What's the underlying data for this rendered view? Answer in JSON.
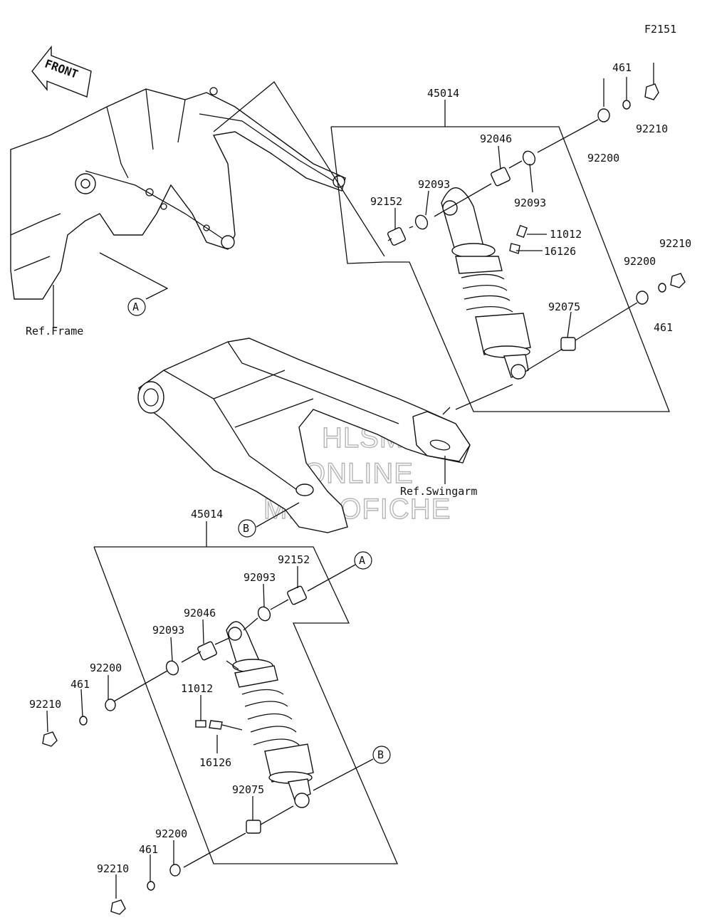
{
  "figure_code": "F2151",
  "front_label": "FRONT",
  "ref_frame": "Ref.Frame",
  "ref_swingarm": "Ref.Swingarm",
  "watermark": [
    "HLSM",
    "ONLINE",
    "MICROFICHE"
  ],
  "callouts": {
    "a": "A",
    "b": "B"
  },
  "upper_assembly": {
    "assembly": "45014",
    "rear_bushing": "92046",
    "seal_left": "92093",
    "seal_right": "92093",
    "collar": "92152",
    "valve": "11012",
    "fitting": "16126",
    "lower_bushing": "92075",
    "top_washer": "92200",
    "top_lockwasher": "461",
    "top_nut": "92210",
    "bottom_washer": "92200",
    "bottom_lockwasher": "461",
    "bottom_nut": "92210"
  },
  "lower_assembly": {
    "assembly": "45014",
    "collar": "92152",
    "seal_right": "92093",
    "bushing": "92046",
    "seal_left": "92093",
    "washer": "92200",
    "lockwasher": "461",
    "nut": "92210",
    "valve": "11012",
    "fitting": "16126",
    "lower_bushing": "92075",
    "bottom_washer": "92200",
    "bottom_lockwasher": "461",
    "bottom_nut": "92210"
  }
}
